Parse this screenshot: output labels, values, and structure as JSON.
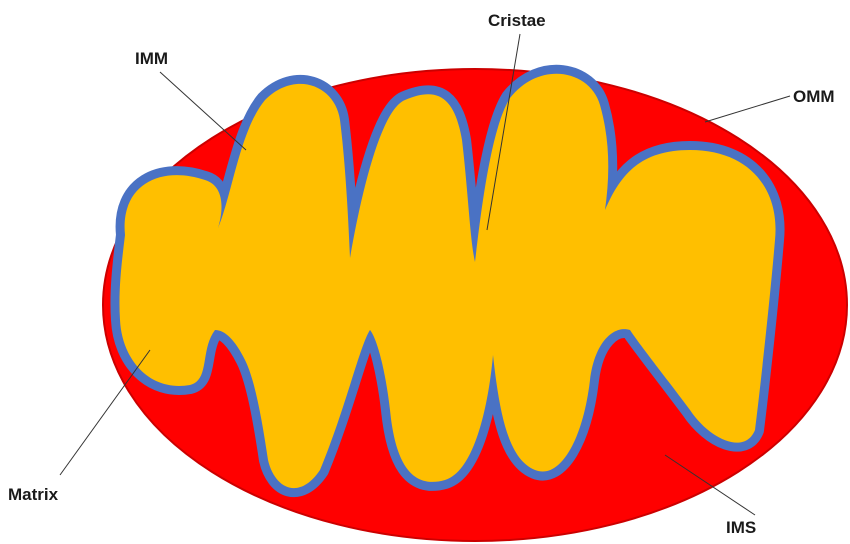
{
  "labels": {
    "cristae": "Cristae",
    "imm": "IMM",
    "omm": "OMM",
    "matrix": "Matrix",
    "ims": "IMS"
  },
  "colors": {
    "outer_membrane_space": "#ff0000",
    "outer_membrane_edge": "#cc0000",
    "inner_membrane": "#4a72c4",
    "matrix": "#ffbf00",
    "label_text": "#1a1a1a",
    "leader_line": "#333333"
  }
}
